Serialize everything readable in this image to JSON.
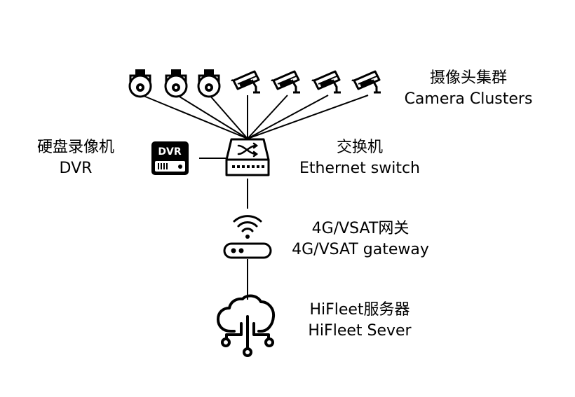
{
  "diagram": {
    "nodes": {
      "cameras": {
        "zh": "摄像头集群",
        "en": "Camera Clusters",
        "dome_count": 3,
        "bullet_count": 4
      },
      "dvr": {
        "zh": "硬盘录像机",
        "en": "DVR",
        "badge": "DVR"
      },
      "switch": {
        "zh": "交换机",
        "en": "Ethernet switch"
      },
      "gateway": {
        "zh": "4G/VSAT网关",
        "en": "4G/VSAT gateway"
      },
      "server": {
        "zh": "HiFleet服务器",
        "en": "HiFleet Sever"
      }
    },
    "edges": [
      {
        "from": "cameras",
        "to": "switch"
      },
      {
        "from": "dvr",
        "to": "switch"
      },
      {
        "from": "switch",
        "to": "gateway"
      },
      {
        "from": "gateway",
        "to": "server"
      }
    ],
    "icons": {
      "dome_camera": "dome-camera-icon",
      "bullet_camera": "bullet-camera-icon",
      "dvr": "dvr-icon",
      "switch": "network-switch-icon",
      "wifi": "wifi-icon",
      "router": "router-icon",
      "cloud": "cloud-network-icon"
    },
    "colors": {
      "stroke": "#000000",
      "background": "#ffffff"
    }
  }
}
